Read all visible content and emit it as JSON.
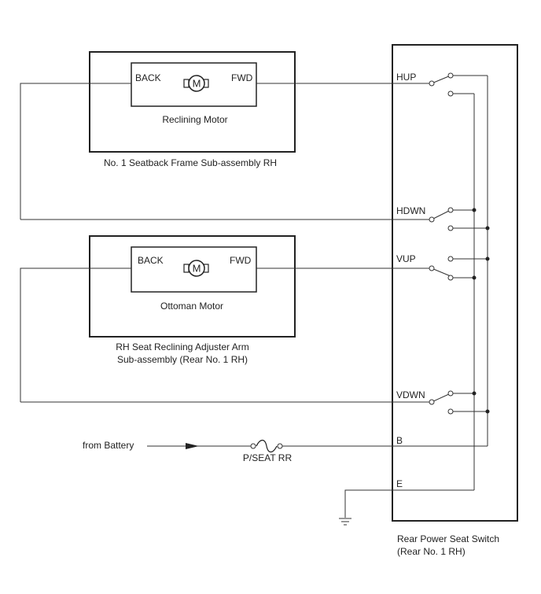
{
  "recliner": {
    "back": "BACK",
    "fwd": "FWD",
    "motor_symbol": "M",
    "motor_name": "Reclining Motor",
    "assembly": "No. 1 Seatback Frame Sub-assembly RH"
  },
  "ottoman": {
    "back": "BACK",
    "fwd": "FWD",
    "motor_symbol": "M",
    "motor_name": "Ottoman Motor",
    "assembly_line1": "RH Seat Reclining Adjuster Arm",
    "assembly_line2": "Sub-assembly (Rear No. 1 RH)"
  },
  "switch": {
    "hup": "HUP",
    "hdwn": "HDWN",
    "vup": "VUP",
    "vdwn": "VDWN",
    "b": "B",
    "e": "E",
    "name_line1": "Rear Power Seat Switch",
    "name_line2": "(Rear No. 1 RH)"
  },
  "battery_label": "from Battery",
  "fuse_label": "P/SEAT RR"
}
